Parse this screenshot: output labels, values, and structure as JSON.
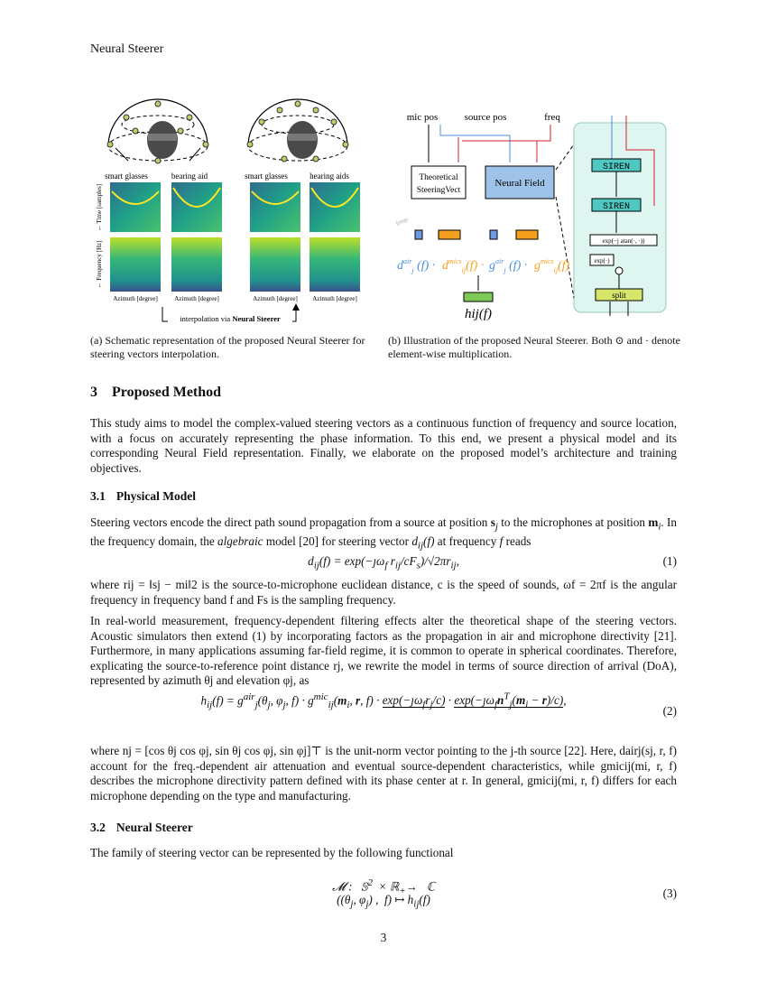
{
  "running_head": "Neural Steerer",
  "figure_a": {
    "panels_left": [
      "smart glasses",
      "bearing aid"
    ],
    "panels_right": [
      "smart glasses",
      "hearing aids"
    ],
    "ylabel_time": "← Time [samples]",
    "ylabel_freq": "← Frequency [Hz]",
    "xlabel": "Azimuth [degree]",
    "interp_prefix": "interpolation via",
    "interp_bold": "Neural Steerer",
    "caption": "(a) Schematic representation of the proposed Neural Steerer for steering vectors interpolation."
  },
  "figure_b": {
    "inputs": [
      "mic pos",
      "source pos",
      "freq"
    ],
    "theoretical_line1": "Theoretical",
    "theoretical_line2": "SteeringVect",
    "neural_field": "Neural Field",
    "freq_axis": "freqs",
    "siren1": "SIREN",
    "siren2": "SIREN",
    "atan_op": "exp(−j atan(·, ·))",
    "exp_op": "exp(·)",
    "dot_op": "·",
    "split": "split",
    "output": "hij(f)",
    "caption": "(b) Illustration of the proposed Neural Steerer. Both ⊙ and · denote element-wise multiplication."
  },
  "section": {
    "number": "3",
    "title": "Proposed Method"
  },
  "intro_paragraph": "This study aims to model the complex-valued steering vectors as a continuous function of frequency and source location, with a focus on accurately representing the phase information. To this end, we present a physical model and its corresponding Neural Field representation. Finally, we elaborate on the proposed model’s architecture and training objectives.",
  "sub1": {
    "number": "3.1",
    "title": "Physical Model"
  },
  "sub1_p1_a": "Steering vectors encode the direct path sound propagation from a source at position ",
  "sub1_p1_b": " to the microphones at position ",
  "sub1_p1_c": ". In the frequency domain, the ",
  "sub1_p1_alg": "algebraic",
  "sub1_p1_d": " model [20] for steering vector ",
  "sub1_p1_e": " at frequency ",
  "sub1_p1_f": " reads",
  "eq1_tag": "(1)",
  "sub1_p2": "where rij = ‖sj − mi‖2 is the source-to-microphone euclidean distance, c is the speed of sounds, ωf = 2πf is the angular frequency in frequency band f and Fs is the sampling frequency.",
  "sub1_p3": "In real-world measurement, frequency-dependent filtering effects alter the theoretical shape of the steering vectors. Acoustic simulators then extend (1) by incorporating factors as the propagation in air and microphone directivity [21]. Furthermore, in many applications assuming far-field regime, it is common to operate in spherical coordinates. Therefore, explicating the source-to-reference point distance rj, we rewrite the model in terms of source direction of arrival (DoA), represented by azimuth θj and elevation φj, as",
  "eq2_tag": "(2)",
  "sub1_p4": "where nj = [cos θj cos φj, sin θj cos φj, sin φj]⊤ is the unit-norm vector pointing to the j-th source [22]. Here, dairj(sj, r, f) account for the freq.-dependent air attenuation and eventual source-dependent characteristics, while gmicij(mi, r, f) describes the microphone directivity pattern defined with its phase center at r. In general, gmicij(mi, r, f) differs for each microphone depending on the type and manufacturing.",
  "sub2": {
    "number": "3.2",
    "title": "Neural Steerer"
  },
  "sub2_p1": "The family of steering vector can be represented by the following functional",
  "eq3_tag": "(3)",
  "page_number": "3"
}
